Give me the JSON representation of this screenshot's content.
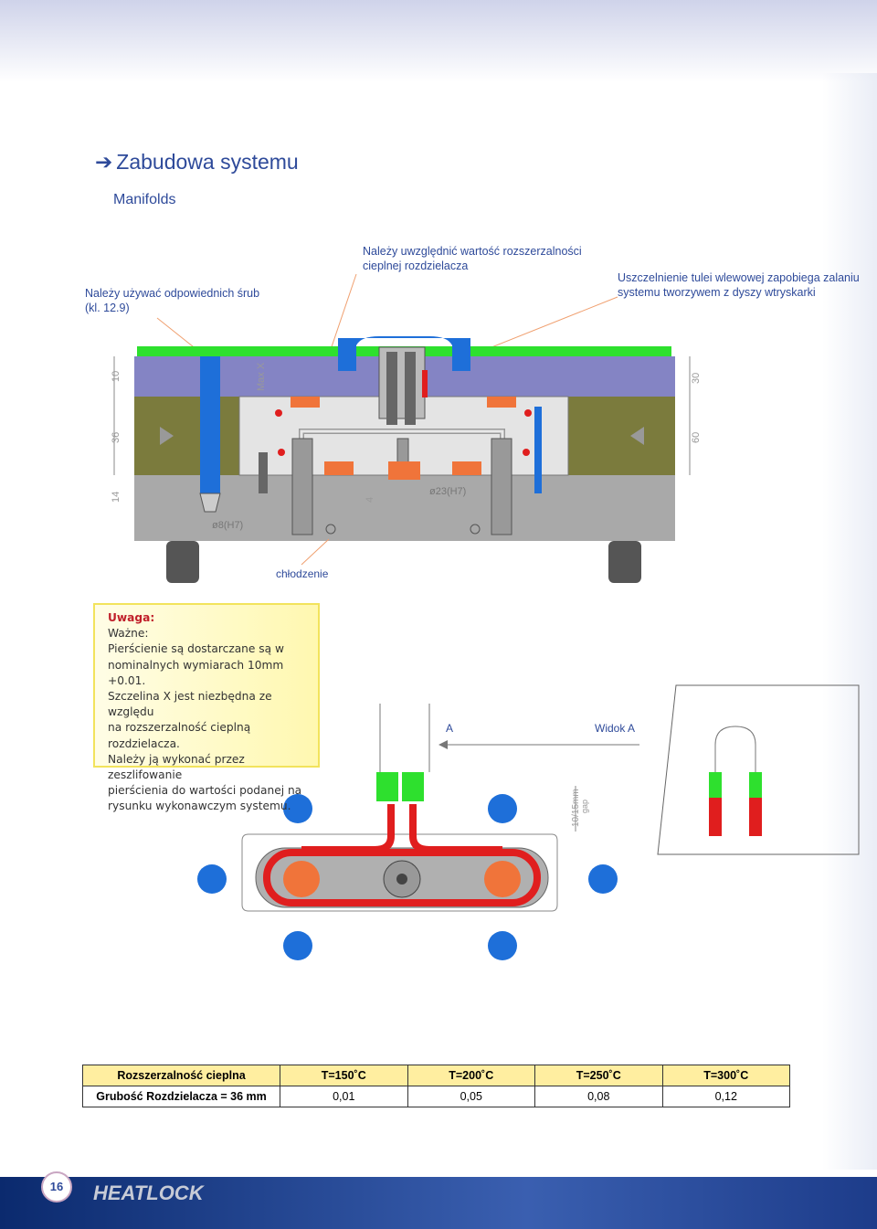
{
  "header": {
    "title": "Zabudowa systemu",
    "subtitle": "Manifolds"
  },
  "callouts": {
    "screws": "Należy używać odpowiednich śrub\n(kl. 12.9)",
    "expansion": "Należy uwzględnić wartość rozszerzalności\ncieplnej rozdzielacza",
    "seal": "Uszczelnienie tulei wlewowej zapobiega zalaniu\nsystemu  tworzywem z dyszy wtryskarki"
  },
  "drawing": {
    "dim_10": "10",
    "dim_36": "36",
    "dim_14": "14",
    "dim_30": "30",
    "dim_60": "60",
    "max_x": "Max X",
    "d8": "ø8(H7)",
    "d23": "ø23(H7)",
    "dim_4": "4",
    "gap_val": "10/15mm",
    "gap_word": "gap"
  },
  "labels": {
    "cooling": "chłodzenie",
    "a": "A",
    "widok": "Widok A"
  },
  "note": {
    "head": "Uwaga:",
    "lines": [
      "Ważne:",
      "Pierścienie są dostarczane są w",
      "nominalnych wymiarach 10mm +0.01.",
      "Szczelina X jest niezbędna ze względu",
      "na rozszerzalność cieplną rozdzielacza.",
      "Należy ją wykonać przez zeszlifowanie",
      "pierścienia do wartości podanej na",
      "rysunku wykonawczym systemu."
    ]
  },
  "table": {
    "h0": "Rozszerzalność cieplna",
    "h1": "T=150˚C",
    "h2": "T=200˚C",
    "h3": "T=250˚C",
    "h4": "T=300˚C",
    "r0": "Grubość Rozdzielacza = 36 mm",
    "v1": "0,01",
    "v2": "0,05",
    "v3": "0,08",
    "v4": "0,12"
  },
  "footer": {
    "page": "16",
    "logo": "HEATLOCK"
  },
  "colors": {
    "blue_text": "#2e4a9a",
    "plate_purple": "#8484c4",
    "plate_olive": "#7b7b3d",
    "green": "#2ee02e",
    "red": "#e01e1e",
    "orange": "#f0743a",
    "blue_pin": "#1e6fd9"
  }
}
